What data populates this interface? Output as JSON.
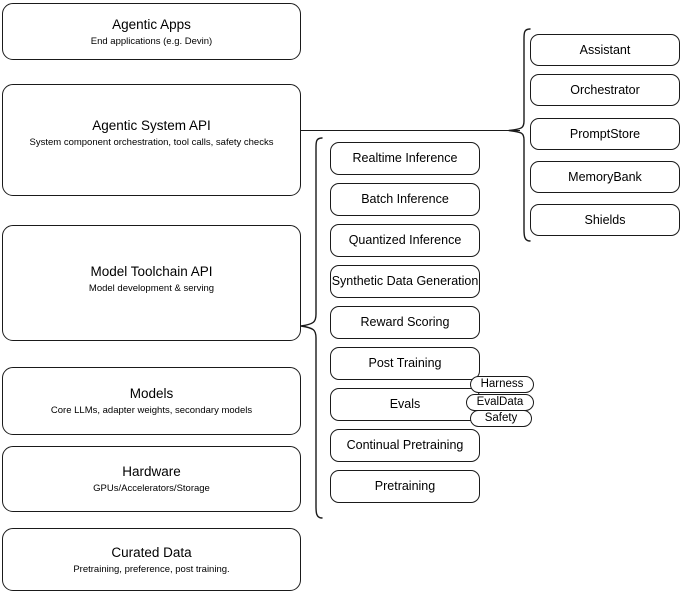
{
  "diagram": {
    "title": "Agentic AI stack layered architecture diagram",
    "stroke_color": "#1a1a1a",
    "background_color": "#ffffff"
  },
  "left_stack": [
    {
      "id": "agentic-apps",
      "title": "Agentic Apps",
      "subtitle": "End applications (e.g. Devin)"
    },
    {
      "id": "agentic-system-api",
      "title": "Agentic System API",
      "subtitle": "System component orchestration, tool calls, safety checks"
    },
    {
      "id": "model-toolchain-api",
      "title": "Model Toolchain API",
      "subtitle": "Model development & serving"
    },
    {
      "id": "models",
      "title": "Models",
      "subtitle": "Core LLMs, adapter weights, secondary models"
    },
    {
      "id": "hardware",
      "title": "Hardware",
      "subtitle": "GPUs/Accelerators/Storage"
    },
    {
      "id": "curated-data",
      "title": "Curated Data",
      "subtitle": "Pretraining, preference, post training."
    }
  ],
  "middle_column": {
    "parent": "model-toolchain-api",
    "items": [
      {
        "id": "realtime-inference",
        "label": "Realtime Inference"
      },
      {
        "id": "batch-inference",
        "label": "Batch Inference"
      },
      {
        "id": "quantized-inference",
        "label": "Quantized Inference"
      },
      {
        "id": "synthetic-data-generation",
        "label": "Synthetic Data Generation"
      },
      {
        "id": "reward-scoring",
        "label": "Reward Scoring"
      },
      {
        "id": "post-training",
        "label": "Post Training"
      },
      {
        "id": "evals",
        "label": "Evals"
      },
      {
        "id": "continual-pretraining",
        "label": "Continual Pretraining"
      },
      {
        "id": "pretraining",
        "label": "Pretraining"
      }
    ],
    "evals_tags": [
      {
        "id": "harness",
        "label": "Harness"
      },
      {
        "id": "evaldata",
        "label": "EvalData"
      },
      {
        "id": "safety",
        "label": "Safety"
      }
    ]
  },
  "right_column": {
    "parent": "agentic-system-api",
    "items": [
      {
        "id": "assistant",
        "label": "Assistant"
      },
      {
        "id": "orchestrator",
        "label": "Orchestrator"
      },
      {
        "id": "promptstore",
        "label": "PromptStore"
      },
      {
        "id": "memorybank",
        "label": "MemoryBank"
      },
      {
        "id": "shields",
        "label": "Shields"
      }
    ]
  }
}
